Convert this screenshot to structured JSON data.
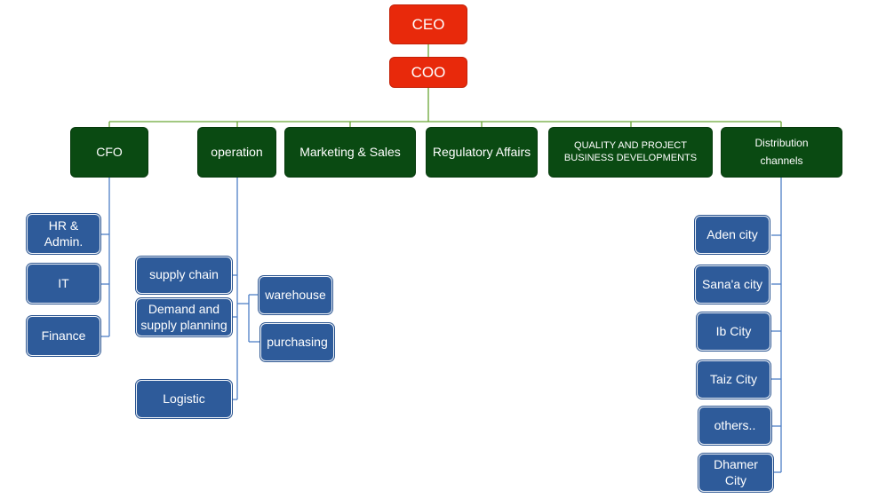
{
  "colors": {
    "executive": "#e8290b",
    "department": "#0a4a12",
    "unit": "#2e5b9a",
    "green_line": "#6aa636",
    "blue_line": "#4f7fc7"
  },
  "executives": {
    "ceo": "CEO",
    "coo": "COO"
  },
  "departments": [
    {
      "id": "cfo",
      "label": "CFO"
    },
    {
      "id": "operation",
      "label": "operation"
    },
    {
      "id": "marketing",
      "label": "Marketing & Sales"
    },
    {
      "id": "regulatory",
      "label": "Regulatory Affairs"
    },
    {
      "id": "quality",
      "label": "QUALITY AND PROJECT\nBUSINESS DEVELOPMENTS"
    },
    {
      "id": "distribution",
      "label": "Distribution\nchannels"
    }
  ],
  "cfo_units": [
    {
      "label": "HR &\nAdmin."
    },
    {
      "label": "IT"
    },
    {
      "label": "Finance"
    }
  ],
  "operation_units": [
    {
      "label": "supply chain"
    },
    {
      "label": "Demand and\nsupply planning"
    },
    {
      "label": "Logistic"
    }
  ],
  "supply_chain_units": [
    {
      "label": "warehouse"
    },
    {
      "label": "purchasing"
    }
  ],
  "distribution_units": [
    {
      "label": "Aden city"
    },
    {
      "label": "Sana'a city"
    },
    {
      "label": "Ib City"
    },
    {
      "label": "Taiz City"
    },
    {
      "label": "others.."
    },
    {
      "label": "Dhamer\nCity"
    }
  ]
}
